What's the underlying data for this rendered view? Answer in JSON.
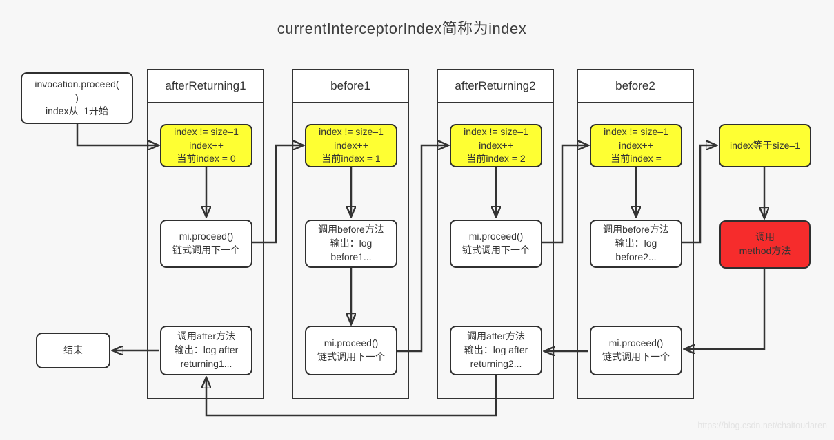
{
  "title": "currentInterceptorIndex简称为index",
  "watermark": "https://blog.csdn.net/chaitoudaren",
  "colors": {
    "highlight_yellow": "#FEFF33",
    "alert_red": "#F62C2C",
    "line": "#333333",
    "background": "#f7f7f7"
  },
  "start_node": {
    "lines": [
      "invocation.proceed(",
      ")",
      "index从–1开始"
    ]
  },
  "end_node": {
    "label": "结束"
  },
  "columns": [
    {
      "header": "afterReturning1",
      "yellow": [
        "index != size–1",
        "index++",
        "当前index = 0"
      ],
      "middle": [
        "mi.proceed()",
        "链式调用下一个"
      ],
      "bottom": [
        "调用after方法",
        "输出：log after",
        "returning1..."
      ]
    },
    {
      "header": "before1",
      "yellow": [
        "index != size–1",
        "index++",
        "当前index = 1"
      ],
      "middle": [
        "调用before方法",
        "输出：log",
        "before1..."
      ],
      "bottom": [
        "mi.proceed()",
        "链式调用下一个"
      ]
    },
    {
      "header": "afterReturning2",
      "yellow": [
        "index != size–1",
        "index++",
        "当前index = 2"
      ],
      "middle": [
        "mi.proceed()",
        "链式调用下一个"
      ],
      "bottom": [
        "调用after方法",
        "输出：log after",
        "returning2..."
      ]
    },
    {
      "header": "before2",
      "yellow": [
        "index != size–1",
        "index++",
        "当前index ="
      ],
      "middle": [
        "调用before方法",
        "输出：log",
        "before2..."
      ],
      "bottom": [
        "mi.proceed()",
        "链式调用下一个"
      ]
    }
  ],
  "final_nodes": {
    "condition": "index等于size–1",
    "action": [
      "调用",
      "method方法"
    ]
  }
}
